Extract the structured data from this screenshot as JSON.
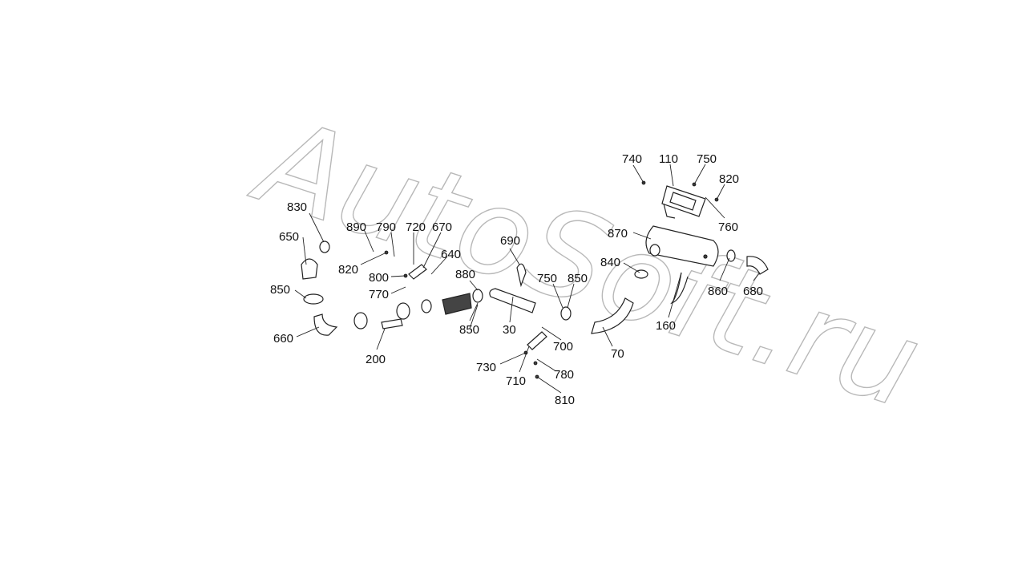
{
  "watermark": "AutoSoft.ru",
  "callouts": {
    "c740": "740",
    "c110": "110",
    "c750a": "750",
    "c820a": "820",
    "c760": "760",
    "c870": "870",
    "c840": "840",
    "c860": "860",
    "c680": "680",
    "c160": "160",
    "c830": "830",
    "c650": "650",
    "c890": "890",
    "c790": "790",
    "c720": "720",
    "c670": "670",
    "c640": "640",
    "c820b": "820",
    "c800": "800",
    "c770": "770",
    "c690": "690",
    "c880": "880",
    "c750b": "750",
    "c850a": "850",
    "c850b": "850",
    "c660": "660",
    "c200": "200",
    "c850c": "850",
    "c30": "30",
    "c700": "700",
    "c70": "70",
    "c730": "730",
    "c710": "710",
    "c780": "780",
    "c810": "810"
  }
}
